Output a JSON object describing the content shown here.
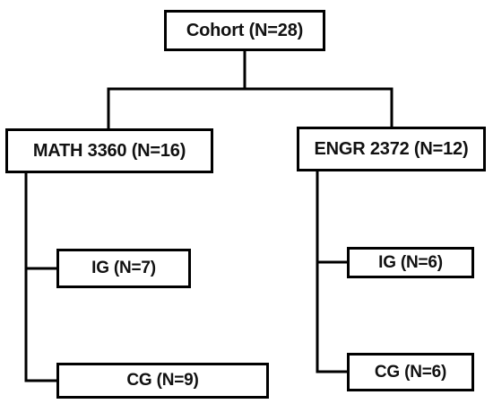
{
  "diagram": {
    "root": {
      "label": "Cohort  (N=28)"
    },
    "courses": [
      {
        "label": "MATH 3360 (N=16)",
        "groups": [
          {
            "label": "IG (N=7)"
          },
          {
            "label": "CG (N=9)"
          }
        ]
      },
      {
        "label": "ENGR 2372 (N=12)",
        "groups": [
          {
            "label": "IG (N=6)"
          },
          {
            "label": "CG (N=6)"
          }
        ]
      }
    ]
  }
}
